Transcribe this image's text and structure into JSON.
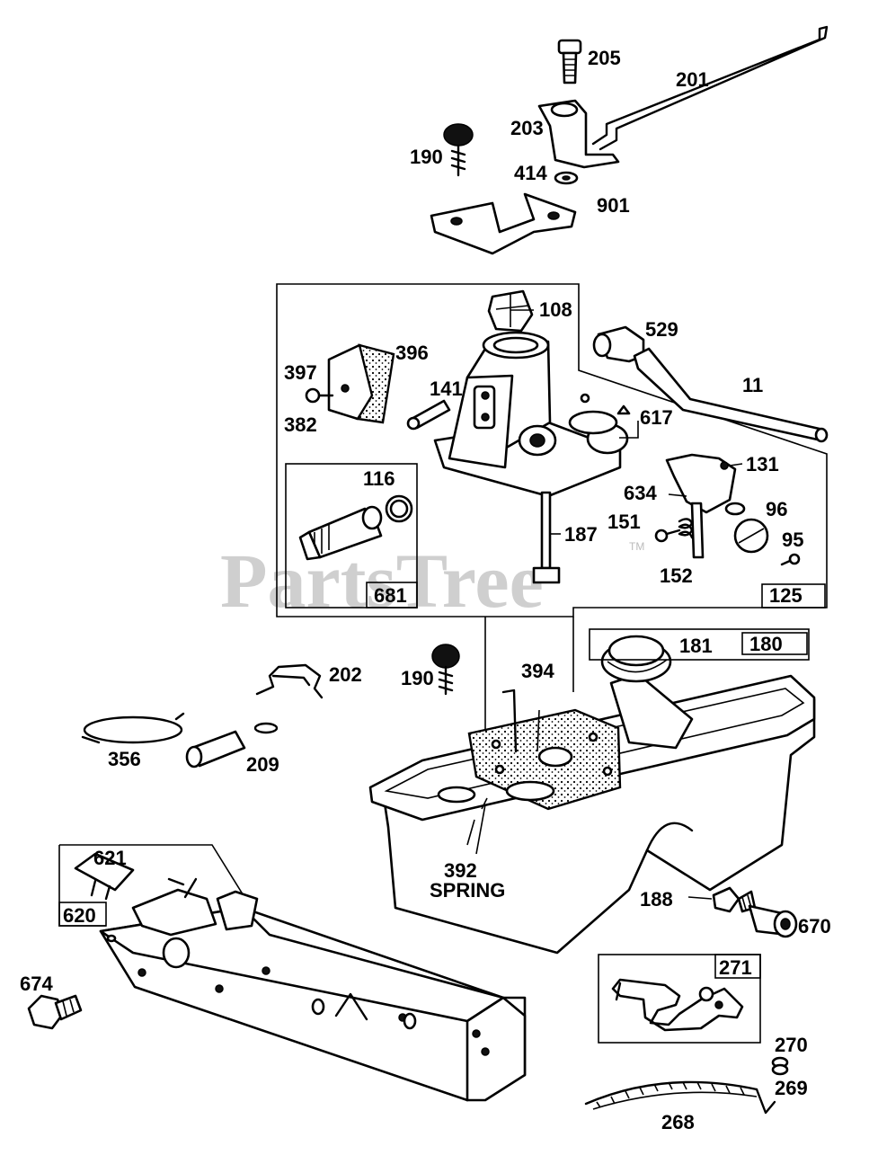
{
  "watermark": {
    "text": "PartsTree",
    "trademark": "TM"
  },
  "callouts": {
    "p205": "205",
    "p201": "201",
    "p203": "203",
    "p190a": "190",
    "p414": "414",
    "p901": "901",
    "p108": "108",
    "p529": "529",
    "p396": "396",
    "p397": "397",
    "p382": "382",
    "p141": "141",
    "p617": "617",
    "p11": "11",
    "p116": "116",
    "p131": "131",
    "p634": "634",
    "p96": "96",
    "p151": "151",
    "p95": "95",
    "p187": "187",
    "p152": "152",
    "p681": "681",
    "p125": "125",
    "p202": "202",
    "p190b": "190",
    "p394": "394",
    "p181": "181",
    "p180": "180",
    "p356": "356",
    "p209": "209",
    "p392": "392",
    "p392b": "SPRING",
    "p621": "621",
    "p620": "620",
    "p188": "188",
    "p670": "670",
    "p674": "674",
    "p271": "271",
    "p270": "270",
    "p269": "269",
    "p268": "268"
  }
}
